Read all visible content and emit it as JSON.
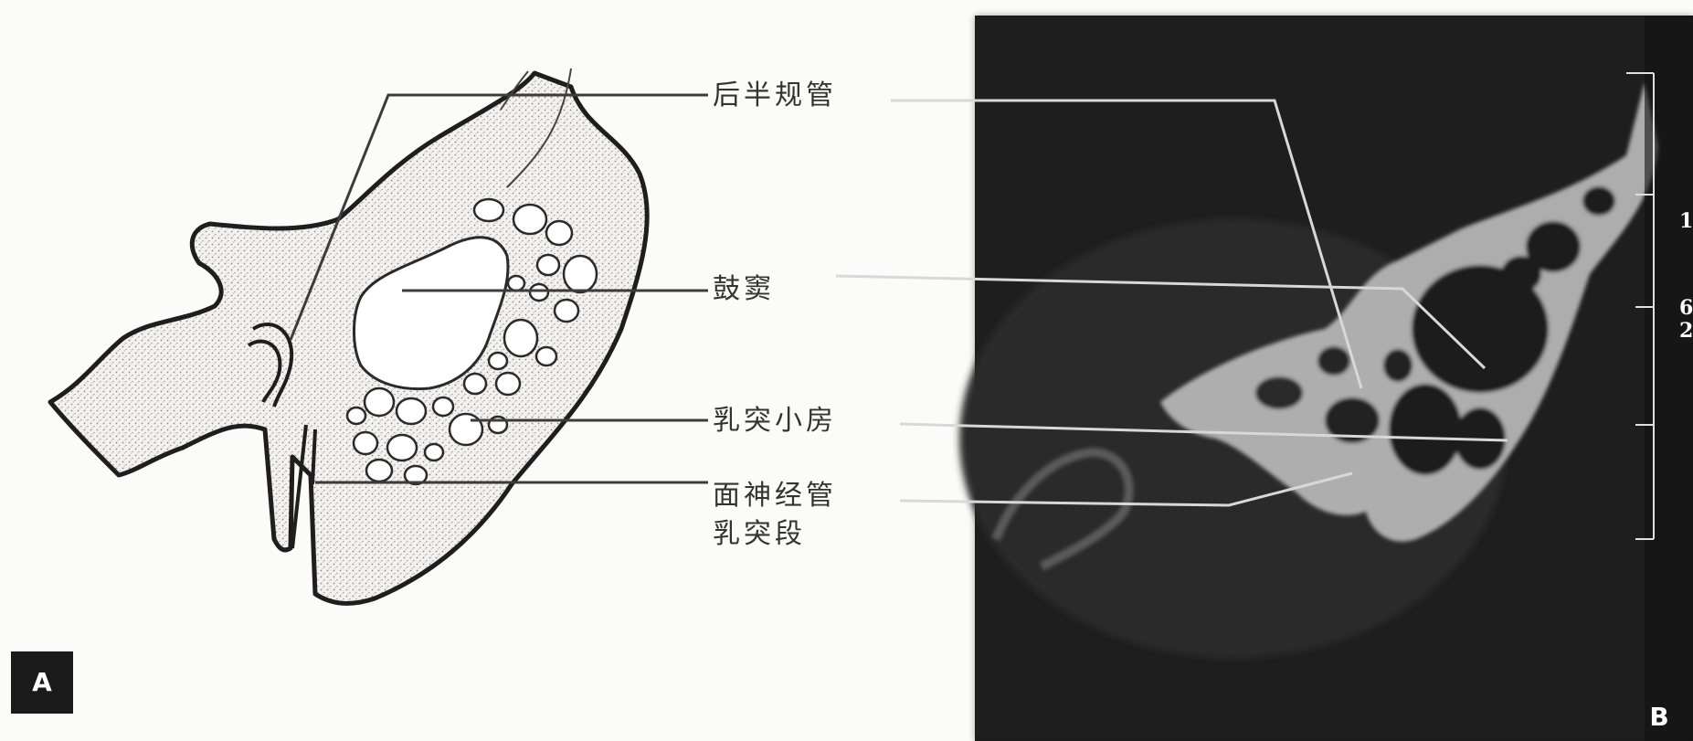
{
  "panel_a": {
    "tag": "A"
  },
  "panel_b": {
    "tag": "B"
  },
  "labels": [
    {
      "id": "posterior-semicircular-canal",
      "text": "后半规管",
      "line2": ""
    },
    {
      "id": "sinus-tympani",
      "text": "鼓窦",
      "line2": ""
    },
    {
      "id": "mastoid-air-cells",
      "text": "乳突小房",
      "line2": ""
    },
    {
      "id": "facial-canal-mastoid-segment",
      "text": "面神经管",
      "line2": "乳突段"
    }
  ],
  "scale_bar_marks": [
    "1",
    "6",
    "2"
  ],
  "colors": {
    "background": "#fbfbfa",
    "leader": "#3c3c3c",
    "ct_background": "#151515",
    "ct_bone": "#cfcfcf",
    "stipple": "#9a9a9a"
  }
}
